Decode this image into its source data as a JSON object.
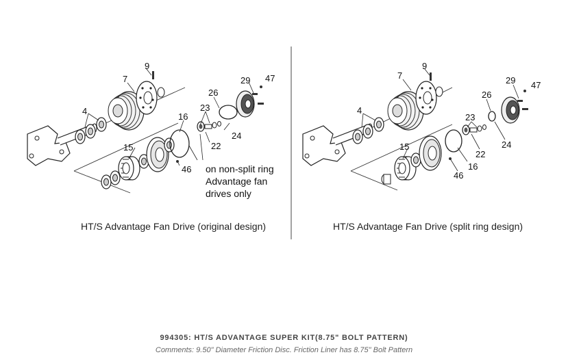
{
  "diagrams": [
    {
      "caption": "HT/S Advantage Fan Drive (original design)",
      "note_lines": [
        "on non-split ring",
        "Advantage fan",
        "drives only"
      ],
      "part_labels": [
        "9",
        "7",
        "29",
        "47",
        "26",
        "4",
        "23",
        "16",
        "24",
        "22",
        "15",
        "46"
      ]
    },
    {
      "caption": "HT/S Advantage Fan Drive (split ring design)",
      "part_labels": [
        "9",
        "7",
        "29",
        "47",
        "26",
        "4",
        "23",
        "22",
        "24",
        "15",
        "16",
        "46"
      ]
    }
  ],
  "footer": {
    "title": "994305: HT/S ADVANTAGE SUPER KIT(8.75\" BOLT PATTERN)",
    "comment": "Comments: 9.50\" Diameter Friction Disc. Friction Liner has 8.75\" Bolt Pattern"
  }
}
